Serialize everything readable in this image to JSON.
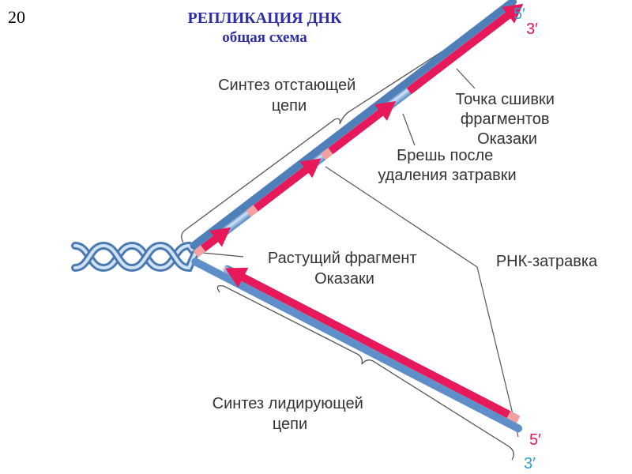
{
  "slide_number": "20",
  "title": {
    "line1": "РЕПЛИКАЦИЯ ДНК",
    "line2": "общая схема"
  },
  "labels": {
    "lagging_line1": "Синтез отстающей",
    "lagging_line2": "цепи",
    "ligation_line1": "Точка сшивки",
    "ligation_line2": "фрагментов",
    "ligation_line3": "Оказаки",
    "gap_line1": "Брешь после",
    "gap_line2": "удаления затравки",
    "growing_line1": "Растущий фрагмент",
    "growing_line2": "Оказаки",
    "primer": "РНК-затравка",
    "leading_line1": "Синтез лидирующей",
    "leading_line2": "цепи"
  },
  "strand_ends": {
    "upper_template_5": "5′",
    "upper_new_3": "3′",
    "lower_new_5": "5′",
    "lower_template_3": "3′"
  },
  "colors": {
    "title": "#2e2fa8",
    "dna_strand": "#8fb6e3",
    "new_strand": "#e8195a",
    "primer": "#f3a0a0",
    "blue_label": "#2a9fd6",
    "red_label": "#e0195a"
  }
}
